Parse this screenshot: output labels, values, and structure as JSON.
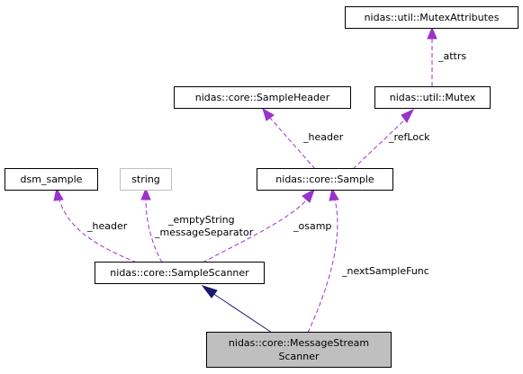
{
  "colors": {
    "member_edge": "#9a32cd",
    "inherit_edge": "#191970",
    "focus_fill": "#bfbfbf",
    "muted_border": "#bfbfbf"
  },
  "nodes": {
    "mutex_attributes": "nidas::util::MutexAttributes",
    "mutex": "nidas::util::Mutex",
    "sample_header": "nidas::core::SampleHeader",
    "sample": "nidas::core::Sample",
    "dsm_sample": "dsm_sample",
    "string": "string",
    "sample_scanner": "nidas::core::SampleScanner",
    "message_stream_scanner_line1": "nidas::core::MessageStream",
    "message_stream_scanner_line2": "Scanner"
  },
  "edges": {
    "attrs": "_attrs",
    "ref_lock": "_refLock",
    "header_sample": "_header",
    "header_scanner": "_header",
    "empty_string": "_emptyString",
    "message_separator": "_messageSeparator",
    "osamp": "_osamp",
    "next_sample_func": "_nextSampleFunc"
  }
}
